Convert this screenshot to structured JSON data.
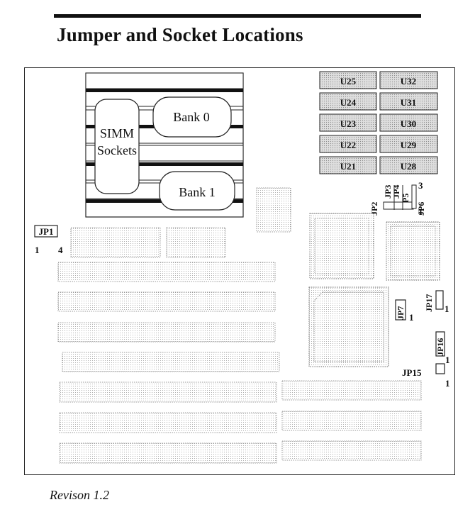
{
  "page": {
    "title": "Jumper and Socket Locations",
    "footer": "Revison 1.2"
  },
  "simm": {
    "sockets_label_line1": "SIMM",
    "sockets_label_line2": "Sockets",
    "bank0": "Bank 0",
    "bank1": "Bank 1"
  },
  "chips": {
    "left_column": [
      "U25",
      "U24",
      "U23",
      "U22",
      "U21"
    ],
    "right_column": [
      "U32",
      "U31",
      "U30",
      "U29",
      "U28"
    ]
  },
  "jumpers": {
    "jp1": "JP1",
    "jp1_pin_left": "1",
    "jp1_pin_right": "4",
    "jp2": "JP2",
    "jp3": "JP3",
    "jp4": "JP4",
    "jp5": "JP5",
    "jp6": "JP6",
    "jp6_pin_top": "3",
    "jp6_pin_bottom": "1",
    "jp7": "JP7",
    "jp7_pin": "1",
    "jp15": "JP15",
    "jp15_pin": "1",
    "jp16": "JP16",
    "jp16_pin": "1",
    "jp17": "JP17",
    "jp17_pin": "1"
  },
  "colors": {
    "ink": "#111111",
    "chip_fill": "#d9d9d9",
    "dotted": "#555555"
  }
}
